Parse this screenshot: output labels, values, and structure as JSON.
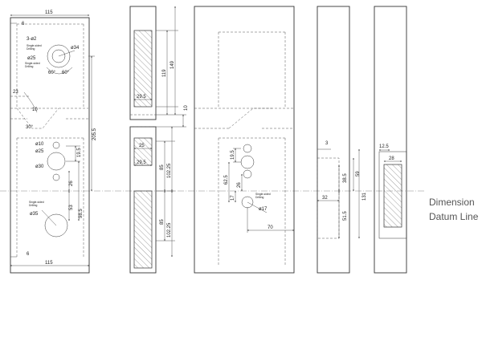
{
  "legend": {
    "line1": "Dimension",
    "line2": "Datum Line"
  },
  "view1": {
    "top_width": "115",
    "top_offset": "6",
    "bottom_width": "115",
    "bottom_offset": "6",
    "holes_note": "3-ø2",
    "hole_top_note1": "Single-sided",
    "hole_top_note2": "Drilling",
    "hole_top_dia": "ø34",
    "hole_small_dia": "ø25",
    "hole_small_note1": "Single-sided",
    "hole_small_note2": "Drilling",
    "angle1": "60°",
    "angle2": "60°",
    "notch_left": "23",
    "notch_angle": "30°",
    "notch_side": "10",
    "mid_dia1": "ø10",
    "mid_dia2": "ø25",
    "mid_dia3": "ø30",
    "dim_19_5": "19.5",
    "dim_26": "26",
    "dim_53": "53",
    "dim_98_5": "98.5",
    "dim_205_5": "205.5",
    "bottom_hole_note1": "Single-sided",
    "bottom_hole_note2": "Drilling",
    "bottom_hole_dia": "ø35"
  },
  "view2": {
    "dim_119": "119",
    "dim_149": "149",
    "dim_29_5_top": "29.5",
    "dim_10": "10",
    "dim_25": "25",
    "dim_29_5_bottom": "29.5",
    "dim_85_top": "85",
    "dim_102_25_top": "102.25",
    "dim_85_bottom": "85",
    "dim_102_25_bottom": "102.25"
  },
  "view3": {
    "dim_19_5": "19.5",
    "dim_62_5": "62.5",
    "dim_26": "26",
    "dim_17": "17",
    "hole_note1": "Single-sided",
    "hole_note2": "Drilling",
    "hole_dia": "ø17",
    "dim_70": "70"
  },
  "view4": {
    "dim_3": "3",
    "dim_38_5": "38.5",
    "dim_59": "59",
    "dim_32": "32",
    "dim_51_5": "51.5",
    "dim_131": "131"
  },
  "view5": {
    "dim_12_5": "12.5",
    "dim_28": "28"
  }
}
